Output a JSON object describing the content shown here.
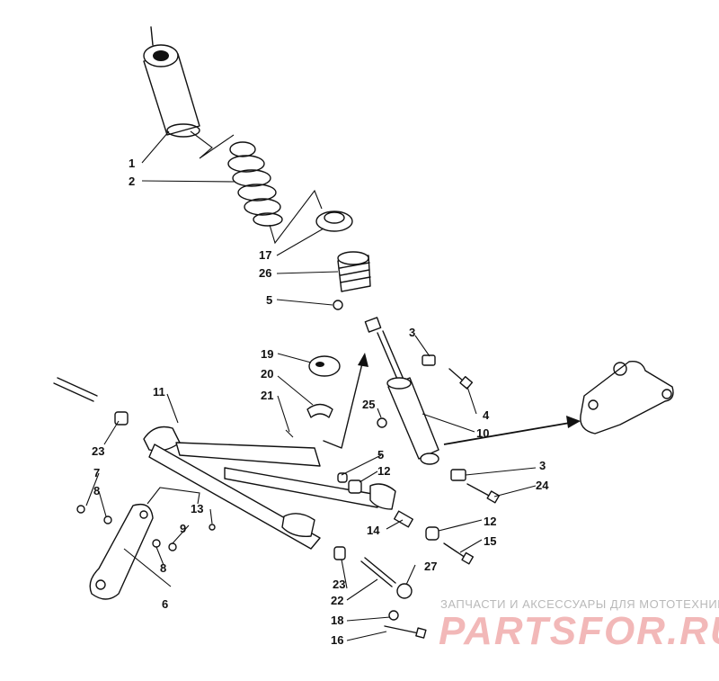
{
  "callouts": {
    "c1": "1",
    "c2": "2",
    "c3a": "3",
    "c3b": "3",
    "c4": "4",
    "c5a": "5",
    "c5b": "5",
    "c6": "6",
    "c7": "7",
    "c8a": "8",
    "c8b": "8",
    "c9": "9",
    "c10": "10",
    "c11": "11",
    "c12a": "12",
    "c12b": "12",
    "c13": "13",
    "c14": "14",
    "c15": "15",
    "c16": "16",
    "c17": "17",
    "c18": "18",
    "c19": "19",
    "c20": "20",
    "c21": "21",
    "c22": "22",
    "c23a": "23",
    "c23b": "23",
    "c24": "24",
    "c25": "25",
    "c26": "26",
    "c27": "27"
  },
  "watermark": {
    "line1": "ЗАПЧАСТИ И АКСЕССУАРЫ ДЛЯ МОТОТЕХНИКИ",
    "brand": "PARTSFOR.RU"
  },
  "colors": {
    "ink": "#111111",
    "watermark_text": "#b9b9b9",
    "watermark_brand": "#f2b8b8"
  }
}
